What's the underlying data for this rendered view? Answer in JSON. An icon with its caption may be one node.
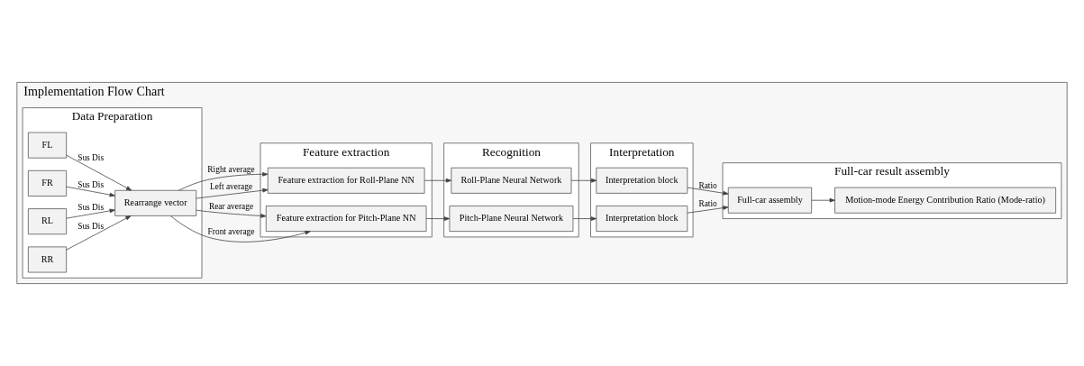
{
  "diagram": {
    "nodes": [
      {
        "text": [
          "Implementation Flow Chart"
        ]
      },
      {
        "text": [
          "Data Preparation"
        ],
        "in": 0
      },
      {
        "text": [
          "Feature extraction"
        ],
        "in": 0
      },
      {
        "text": [
          "Recognition"
        ],
        "in": 0
      },
      {
        "text": [
          "Interpretation"
        ],
        "in": 0
      },
      {
        "text": [
          "Full-car result assembly"
        ],
        "in": 0
      },
      {
        "text": [
          "FL"
        ],
        "in": 1
      },
      {
        "text": [
          "FR"
        ],
        "in": 1
      },
      {
        "text": [
          "RL"
        ],
        "in": 1
      },
      {
        "text": [
          "RR"
        ],
        "in": 1
      },
      {
        "text": [
          "Rearrange vector"
        ],
        "in": 1
      },
      {
        "text": [
          "Feature extraction for Pitch-Plane NN"
        ],
        "in": 2
      },
      {
        "text": [
          "Feature extraction for Roll-Plane NN"
        ],
        "in": 2
      },
      {
        "text": [
          "Pitch-Plane Neural Network"
        ],
        "in": 3
      },
      {
        "text": [
          "Roll-Plane Neural Network"
        ],
        "in": 3
      },
      {
        "text": [
          "Interpretation block"
        ],
        "in": 4
      },
      {
        "text": [
          "Interpretation block"
        ],
        "in": 4
      },
      {
        "text": [
          "Full-car assembly"
        ],
        "in": 5
      },
      {
        "text": [
          "Motion-mode Energy Contribution Ratio (Mode-ratio)"
        ],
        "in": 5
      }
    ],
    "edges": [
      {
        "from": 6,
        "to": 10,
        "arrow": "to",
        "label": "Sus Dis"
      },
      {
        "from": 7,
        "to": 10,
        "arrow": "to",
        "label": "Sus Dis"
      },
      {
        "from": 8,
        "to": 10,
        "arrow": "to",
        "label": "Sus Dis"
      },
      {
        "from": 9,
        "to": 10,
        "arrow": "to",
        "label": "Sus Dis"
      },
      {
        "from": 10,
        "to": 11,
        "arrow": "to",
        "label": "Front average"
      },
      {
        "from": 10,
        "to": 11,
        "arrow": "to",
        "label": "Rear average"
      },
      {
        "from": 10,
        "to": 12,
        "arrow": "to",
        "label": "Left average"
      },
      {
        "from": 10,
        "to": 12,
        "arrow": "to",
        "label": "Right average"
      },
      {
        "from": 11,
        "to": 13,
        "arrow": "to"
      },
      {
        "from": 12,
        "to": 14,
        "arrow": "to"
      },
      {
        "from": 13,
        "to": 15,
        "arrow": "to"
      },
      {
        "from": 14,
        "to": 16,
        "arrow": "to"
      },
      {
        "from": 15,
        "to": 17,
        "arrow": "to",
        "label": "Ratio"
      },
      {
        "from": 16,
        "to": 17,
        "arrow": "to",
        "label": "Ratio"
      },
      {
        "from": 17,
        "to": 18,
        "arrow": "to"
      }
    ]
  }
}
